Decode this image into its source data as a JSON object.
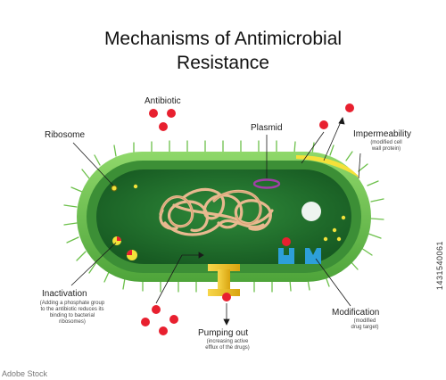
{
  "title": {
    "line1": "Mechanisms of Antimicrobial",
    "line2": "Resistance"
  },
  "labels": {
    "antibiotic": "Antibiotic",
    "ribosome": "Ribosome",
    "plasmid": "Plasmid",
    "impermeability": "Impermeability",
    "impermeability_sub1": "(modified cell",
    "impermeability_sub2": "wall protein)",
    "inactivation": "Inactivation",
    "inactivation_sub1": "(Adding a phosphate group",
    "inactivation_sub2": "to the antibiotic reduces its",
    "inactivation_sub3": "binding to bacterial",
    "inactivation_sub4": "ribosomes)",
    "modification": "Modification",
    "modification_sub1": "(modified",
    "modification_sub2": "drug target)",
    "pumping_out": "Pumping out",
    "pumping_out_sub1": "(increasing active",
    "pumping_out_sub2": "efflux of the drugs)"
  },
  "stock": {
    "id": "1431540061",
    "brand": "Adobe Stock"
  },
  "colors": {
    "antibiotic": "#e8202f",
    "outer_membrane": "#6cc04a",
    "cytoplasm": "#1f6e2a",
    "dna": "#e8b98f",
    "plasmid": "#a23fa8",
    "ribosome": "#f2e23a",
    "pump": "#f0c419",
    "target": "#2d9fd9",
    "impermeable_wall": "#f5e13a"
  }
}
